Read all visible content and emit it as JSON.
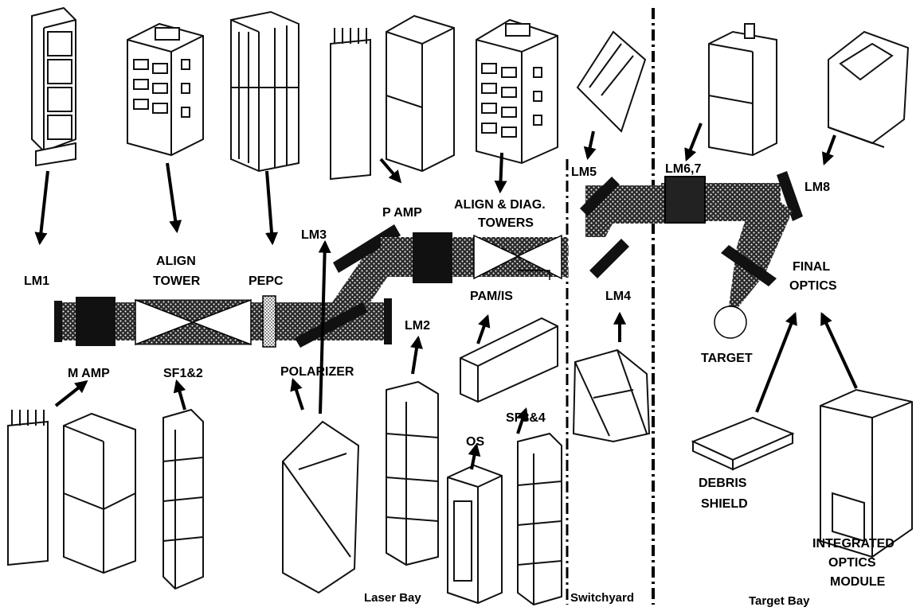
{
  "labels": {
    "lm1": "LM1",
    "align_tower": [
      "ALIGN",
      "TOWER"
    ],
    "pepc": "PEPC",
    "lm3": "LM3",
    "p_amp": "P AMP",
    "align_diag_towers": [
      "ALIGN & DIAG.",
      "TOWERS"
    ],
    "lm5": "LM5",
    "lm6_7": "LM6,7",
    "lm8": "LM8",
    "pam_is": "PAM/IS",
    "lm4": "LM4",
    "final_optics": [
      "FINAL",
      "OPTICS"
    ],
    "target": "TARGET",
    "m_amp": "M AMP",
    "sf1_2": "SF1&2",
    "polarizer": "POLARIZER",
    "lm2": "LM2",
    "sf3_4": "SF3&4",
    "os": "OS",
    "debris_shield": [
      "DEBRIS",
      "SHIELD"
    ],
    "integrated_optics_module": [
      "INTEGRATED",
      "OPTICS",
      "MODULE"
    ]
  },
  "bays": {
    "laser_bay": "Laser Bay",
    "switchyard": "Switchyard",
    "target_bay": "Target Bay"
  }
}
